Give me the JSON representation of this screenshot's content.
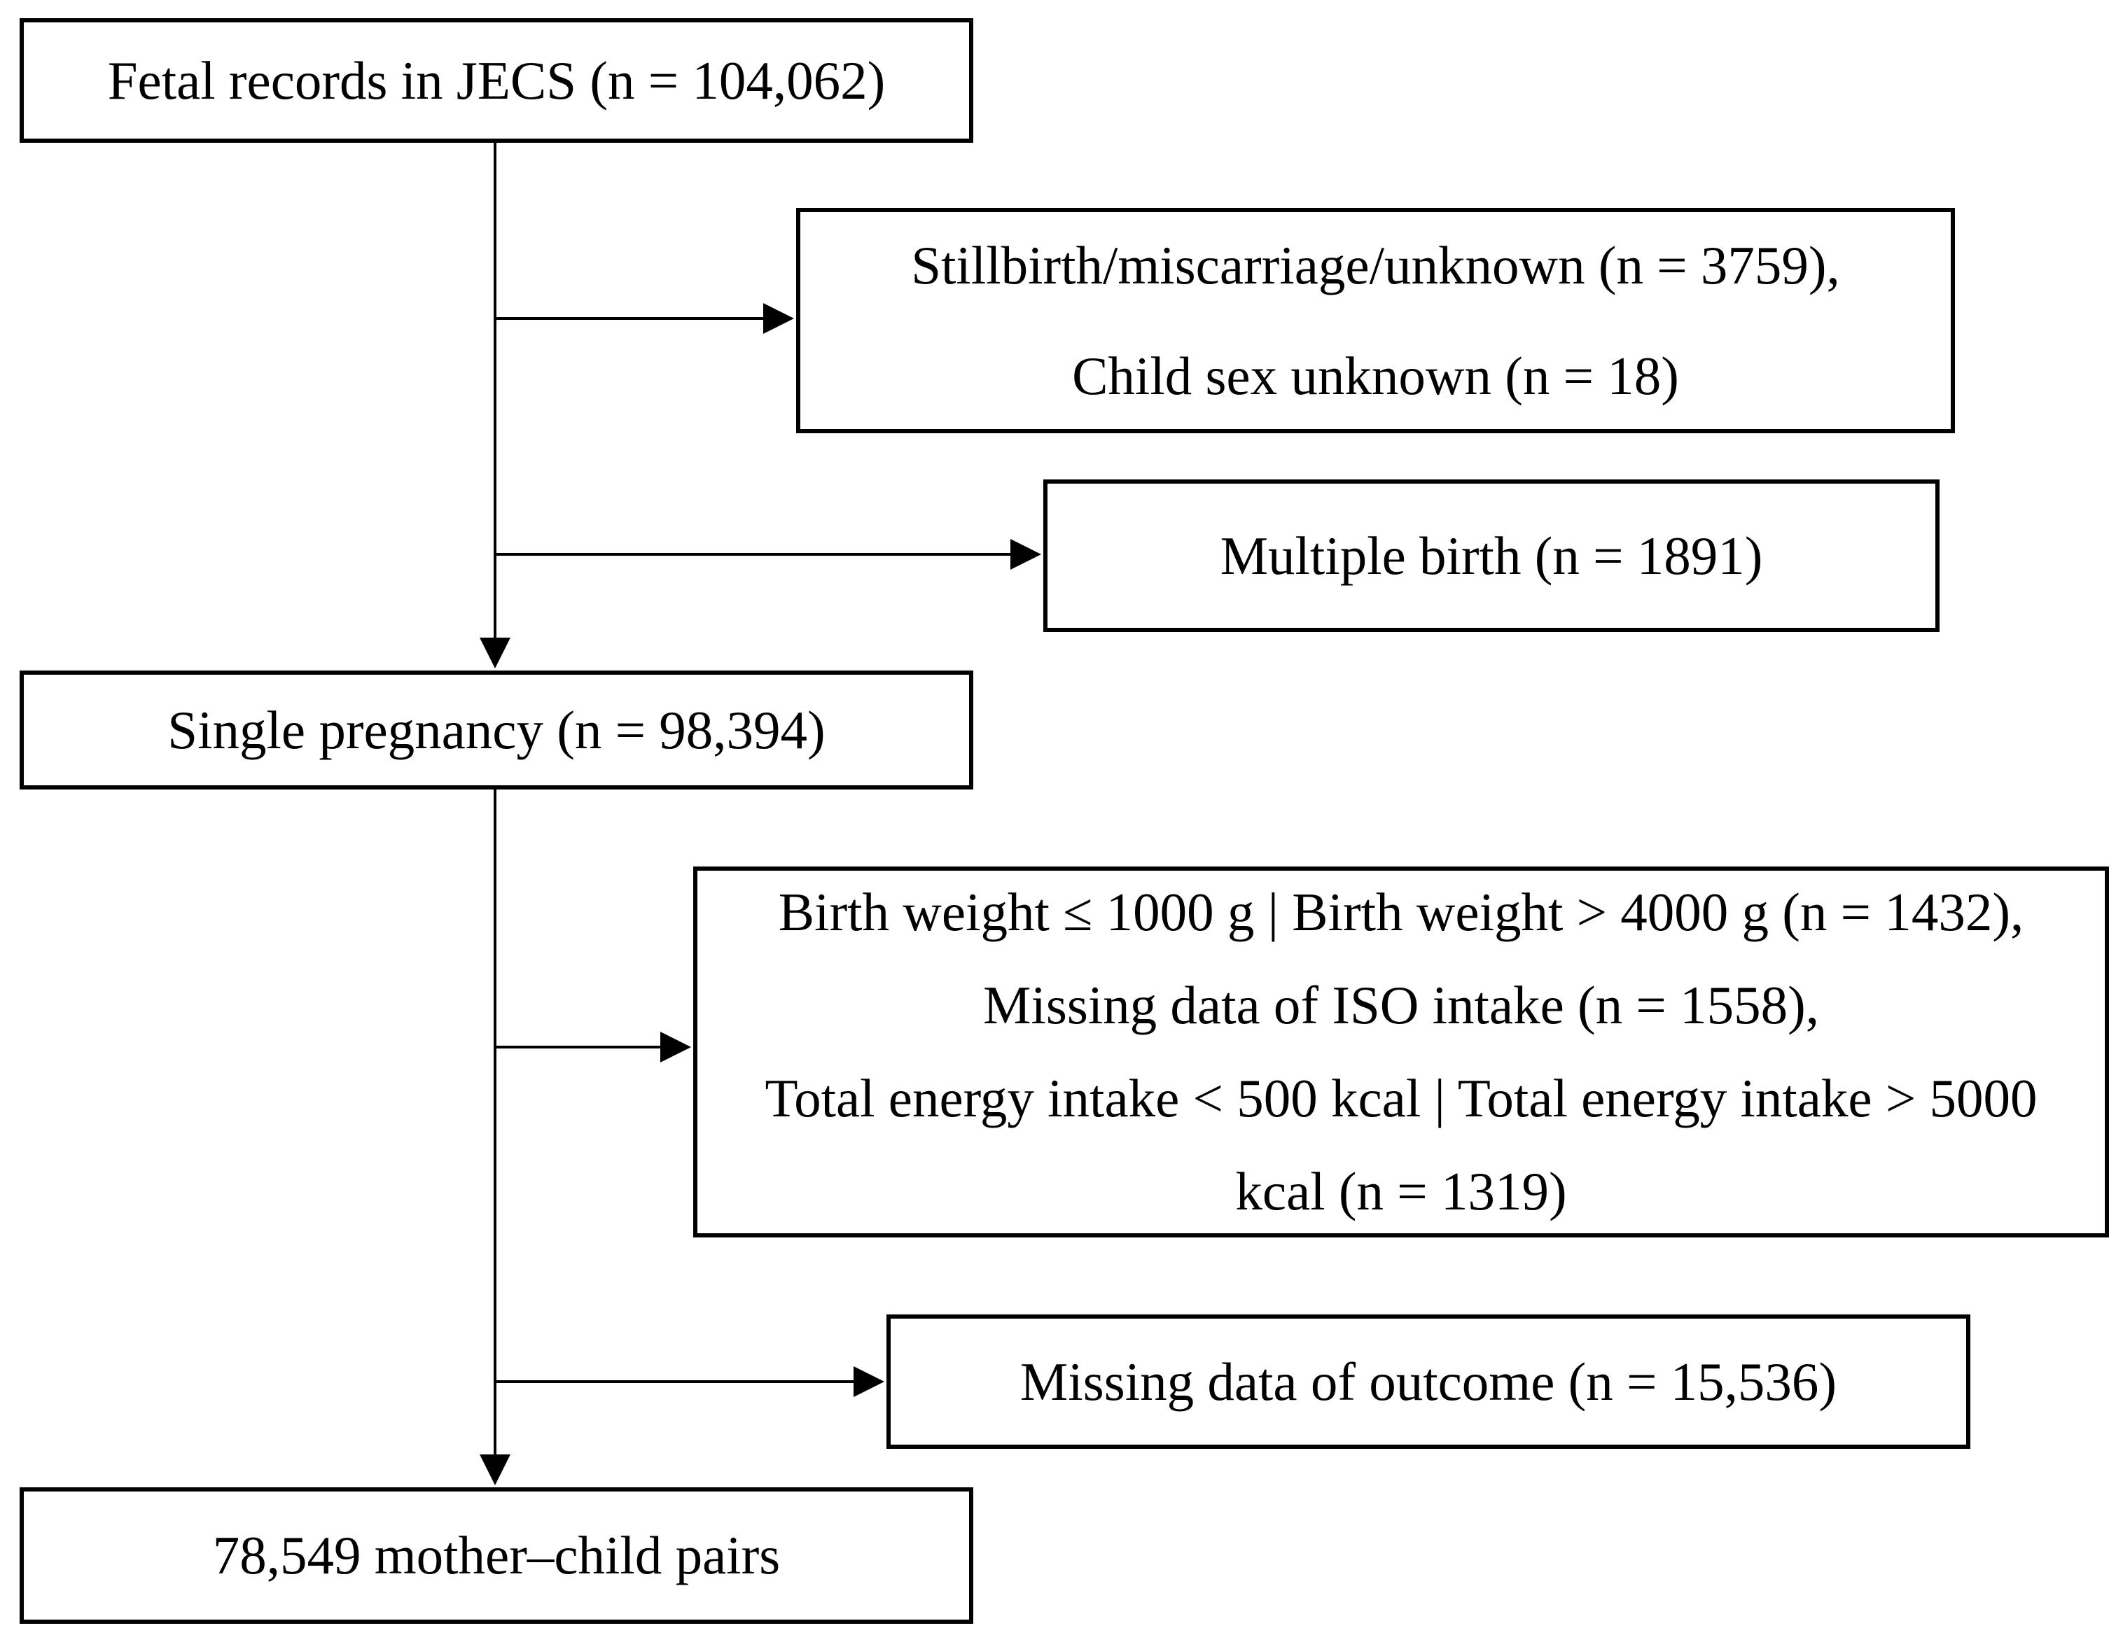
{
  "colors": {
    "background": "#ffffff",
    "box_border": "#000000",
    "text": "#000000",
    "arrow": "#000000"
  },
  "flowchart": {
    "nodes": [
      {
        "id": "fetal-records",
        "role": "population",
        "lines": [
          "Fetal records in JECS (n = 104,062)"
        ]
      },
      {
        "id": "excluded-stillbirth",
        "role": "exclusion",
        "lines": [
          "Stillbirth/miscarriage/unknown (n = 3759),",
          "Child sex unknown (n = 18)"
        ]
      },
      {
        "id": "excluded-multiple-birth",
        "role": "exclusion",
        "lines": [
          "Multiple birth (n = 1891)"
        ]
      },
      {
        "id": "single-pregnancy",
        "role": "population",
        "lines": [
          "Single pregnancy (n = 98,394)"
        ]
      },
      {
        "id": "excluded-birthweight-energy",
        "role": "exclusion",
        "lines": [
          "Birth weight ≤ 1000 g | Birth weight > 4000 g (n = 1432),",
          "Missing data of ISO intake (n = 1558),",
          "Total energy intake < 500 kcal | Total energy intake > 5000",
          "kcal (n = 1319)"
        ]
      },
      {
        "id": "excluded-missing-outcome",
        "role": "exclusion",
        "lines": [
          "Missing data of outcome (n = 15,536)"
        ]
      },
      {
        "id": "final-sample",
        "role": "population",
        "lines": [
          "78,549 mother–child pairs"
        ]
      }
    ]
  }
}
